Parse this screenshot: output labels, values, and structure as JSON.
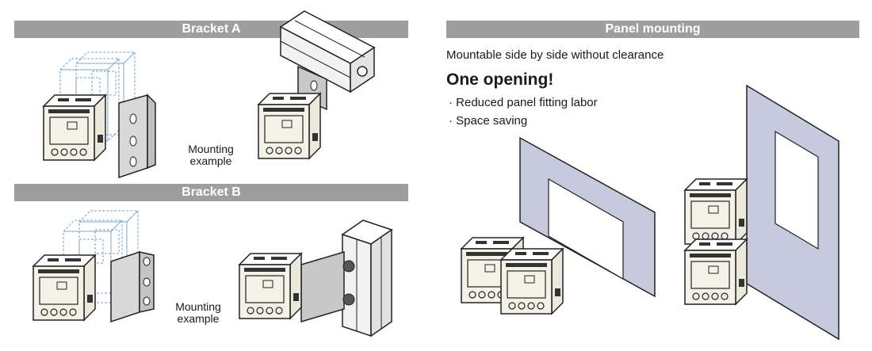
{
  "bracket_a": {
    "title": "Bracket A",
    "caption_line1": "Mounting",
    "caption_line2": "example"
  },
  "bracket_b": {
    "title": "Bracket B",
    "caption_line1": "Mounting",
    "caption_line2": "example"
  },
  "panel": {
    "title": "Panel mounting",
    "subtitle": "Mountable side by side without clearance",
    "headline": "One opening!",
    "bullets": [
      "· Reduced panel fitting labor",
      "· Space saving"
    ]
  },
  "colors": {
    "header_bar": "#9e9e9e",
    "panel_fill": "#c7cadc",
    "ghost_outline": "#6fa2cf",
    "device_face": "#f4f1e6"
  }
}
